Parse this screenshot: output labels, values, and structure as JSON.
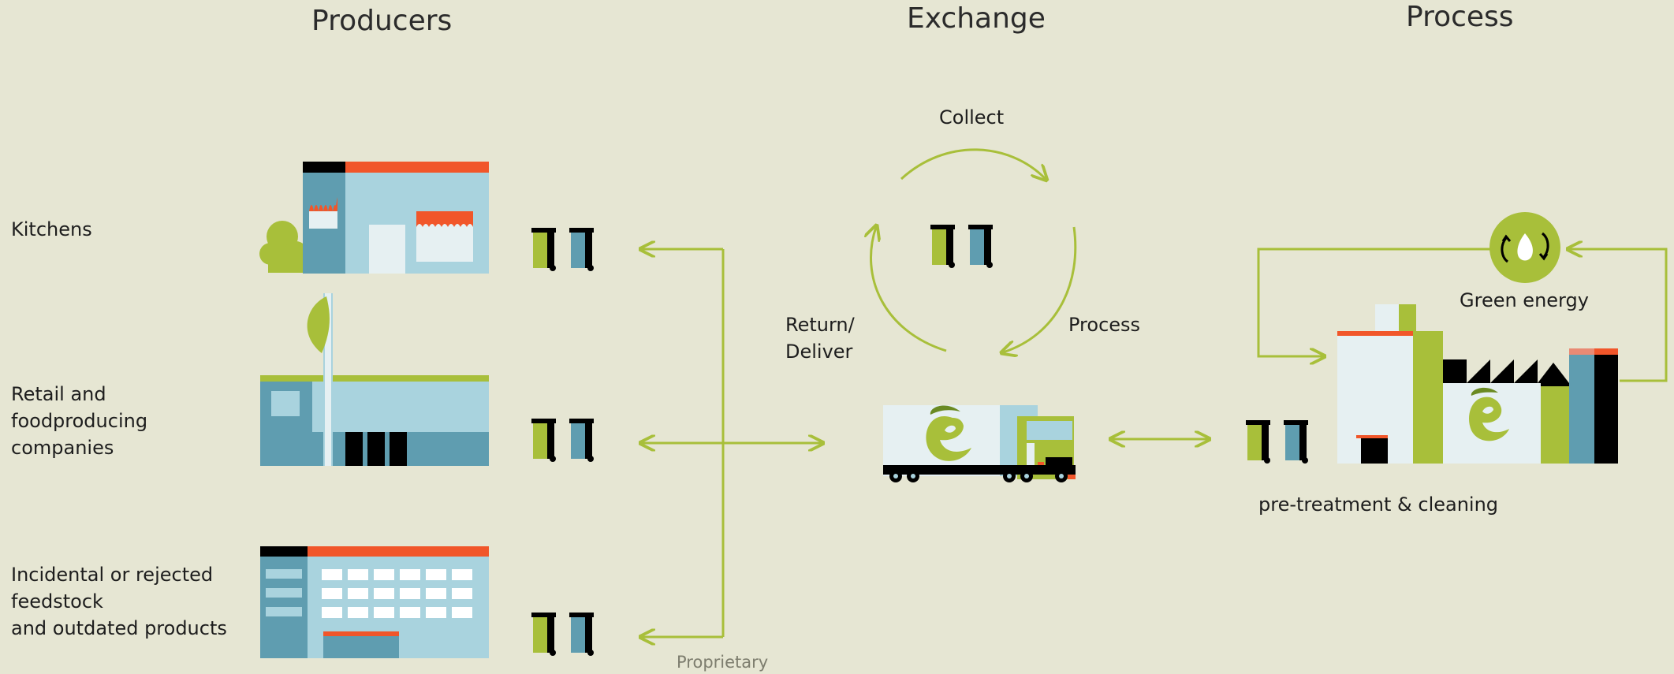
{
  "columns": {
    "producers": "Producers",
    "exchange": "Exchange",
    "process": "Process"
  },
  "producers": {
    "kitchens": "Kitchens",
    "retail": "Retail and\nfoodproducing\ncompanies",
    "incidental": "Incidental or rejected\nfeedstock\nand outdated products"
  },
  "exchange": {
    "collect": "Collect",
    "return_deliver": "Return/\nDeliver",
    "process": "Process"
  },
  "process": {
    "green_energy": "Green energy",
    "pretreatment": "pre-treatment & cleaning"
  },
  "footer": {
    "proprietary": "Proprietary"
  },
  "icons": [
    "storefront-icon",
    "factory-store-icon",
    "warehouse-icon",
    "waste-bins-icon",
    "truck-icon",
    "recycle-cycle-icon",
    "green-energy-icon",
    "processing-plant-icon",
    "double-arrow-icon"
  ],
  "colors": {
    "background": "#e6e6d3",
    "green": "#a8bf3a",
    "orange": "#f1562a",
    "blue": "#5f9db0",
    "light_blue": "#a9d3de",
    "black": "#000000"
  }
}
